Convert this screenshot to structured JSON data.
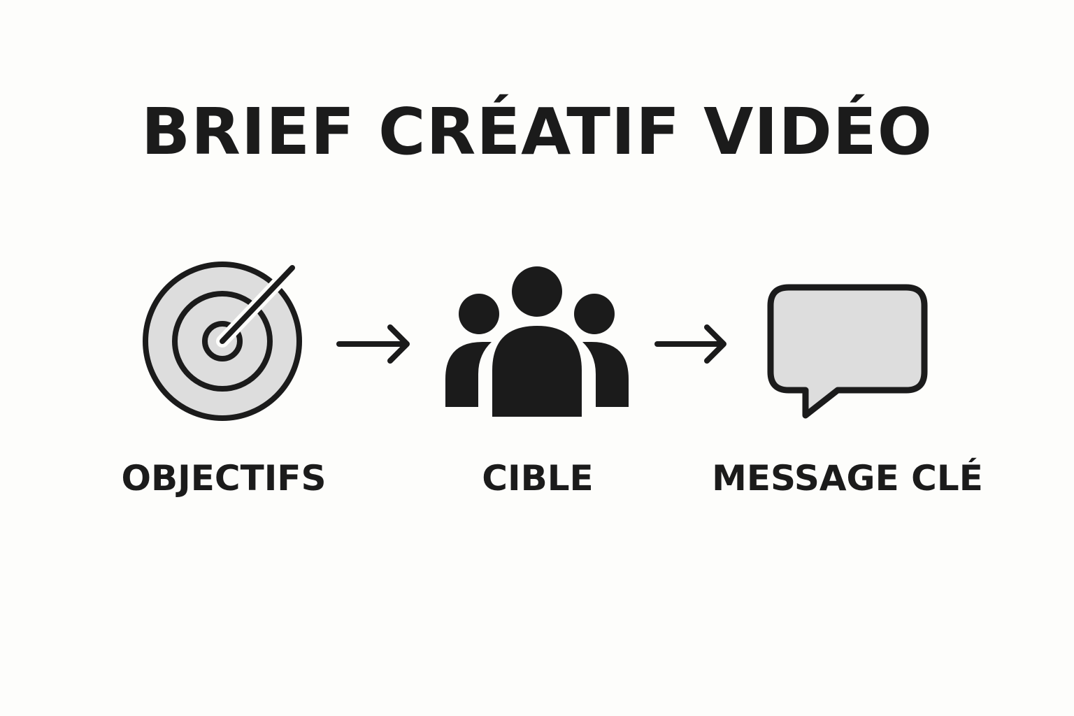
{
  "title": "BRIEF CRÉATIF VIDÉO",
  "steps": [
    {
      "label": "OBJECTIFS",
      "icon": "target-icon"
    },
    {
      "label": "CIBLE",
      "icon": "group-icon"
    },
    {
      "label": "MESSAGE CLÉ",
      "icon": "speech-bubble-icon"
    }
  ],
  "colors": {
    "ink": "#1b1b1b",
    "fill": "#dddddd",
    "background": "#fdfdfb"
  }
}
